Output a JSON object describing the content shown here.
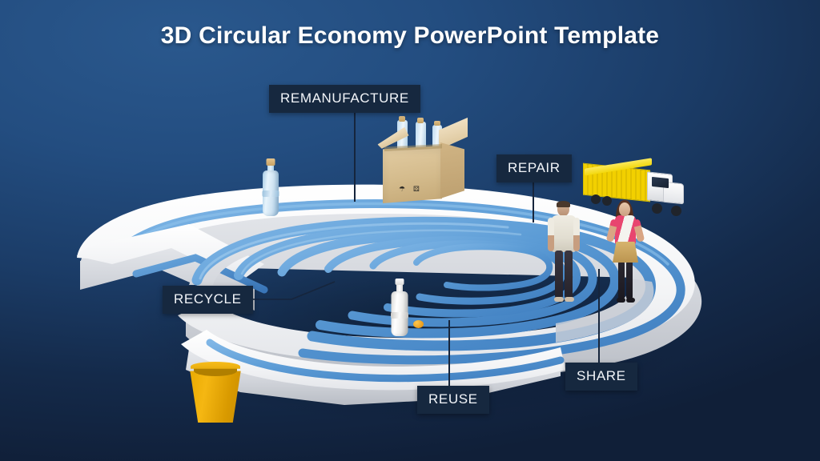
{
  "slide": {
    "title": "3D Circular Economy PowerPoint Template",
    "background_top_color": "#214a7c",
    "background_bottom_color": "#13233f",
    "label_box_color": "#16283f",
    "label_text_color": "#f2f5f9",
    "accent_blue": "#5b9bd5",
    "ribbon_white": "#f4f5f7"
  },
  "labels": [
    {
      "id": "remanufacture",
      "text": "REMANUFACTURE"
    },
    {
      "id": "repair",
      "text": "REPAIR"
    },
    {
      "id": "recycle",
      "text": "RECYCLE"
    },
    {
      "id": "reuse",
      "text": "REUSE"
    },
    {
      "id": "share",
      "text": "SHARE"
    }
  ],
  "objects": [
    {
      "id": "bottle-blue",
      "name": "blue-plastic-bottle",
      "color": "#cfe3f2"
    },
    {
      "id": "cardboard-box",
      "name": "cardboard-box-with-bottles",
      "color": "#d4bb8c"
    },
    {
      "id": "truck",
      "name": "yellow-delivery-truck",
      "color": "#f2d000"
    },
    {
      "id": "person-male",
      "name": "male-figure",
      "color": "#e4e0d6"
    },
    {
      "id": "person-female",
      "name": "female-figure",
      "color": "#e8456f"
    },
    {
      "id": "bottle-white",
      "name": "white-plastic-bottle",
      "color": "#f2f2f0"
    },
    {
      "id": "bin",
      "name": "yellow-recycle-bin",
      "color": "#f5b712"
    }
  ],
  "chart_data": {
    "type": "diagram",
    "title": "3D Circular Economy PowerPoint Template",
    "shape": "spiral",
    "stages": [
      "RECYCLE",
      "REMANUFACTURE",
      "REPAIR",
      "SHARE",
      "REUSE"
    ],
    "description": "Isometric 3D spiral ribbon with five labelled circular-economy stages"
  }
}
